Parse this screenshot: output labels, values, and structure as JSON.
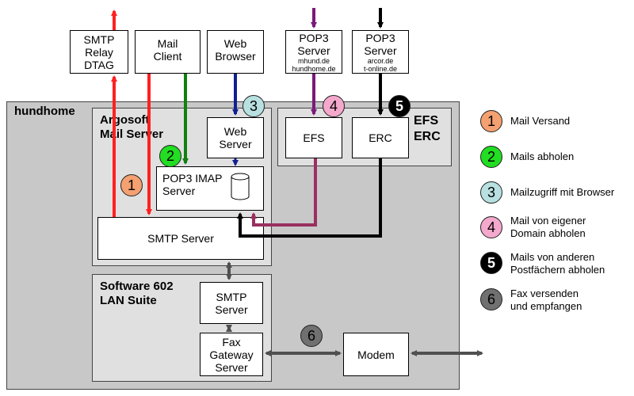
{
  "top_boxes": {
    "smtp_relay": "SMTP\nRelay\nDTAG",
    "mail_client": "Mail\nClient",
    "web_browser": "Web\nBrowser",
    "pop3_mhund_title": "POP3\nServer",
    "pop3_mhund_sub": "mhund.de\nhundhome.de",
    "pop3_arcor_title": "POP3\nServer",
    "pop3_arcor_sub": "arcor.de\nt-online.de"
  },
  "regions": {
    "hundhome": "hundhome",
    "argosoft": "Argosoft\nMail Server",
    "efs_erc": "EFS\nERC",
    "software602": "Software 602\nLAN Suite"
  },
  "inner_boxes": {
    "web_server": "Web\nServer",
    "pop3_imap": "POP3 IMAP\nServer",
    "smtp_server_argo": "SMTP Server",
    "efs": "EFS",
    "erc": "ERC",
    "smtp_server_602": "SMTP\nServer",
    "fax_gateway": "Fax\nGateway\nServer",
    "modem": "Modem"
  },
  "markers": {
    "m1": "1",
    "m2": "2",
    "m3": "3",
    "m4": "4",
    "m5": "5",
    "m6": "6"
  },
  "legend": [
    {
      "num": "1",
      "text": "Mail Versand",
      "color": "#f4a070"
    },
    {
      "num": "2",
      "text": "Mails abholen",
      "color": "#22dd22"
    },
    {
      "num": "3",
      "text": "Mailzugriff mit Browser",
      "color": "#b8e0e0"
    },
    {
      "num": "4",
      "text": "Mail von eigener\nDomain abholen",
      "color": "#f4a8cc"
    },
    {
      "num": "5",
      "text": "Mails von anderen\nPostfächern abholen",
      "color": "#000000"
    },
    {
      "num": "6",
      "text": "Fax versenden\nund empfangen",
      "color": "#707070"
    }
  ],
  "colors": {
    "red": "#ff2020",
    "green": "#108010",
    "blue": "#102090",
    "purple": "#7a1a7a",
    "maroon": "#9a3060",
    "black": "#000000",
    "gray": "#505050",
    "region_gray": "#c8c8c8",
    "inner_gray": "#e0e0e0"
  }
}
